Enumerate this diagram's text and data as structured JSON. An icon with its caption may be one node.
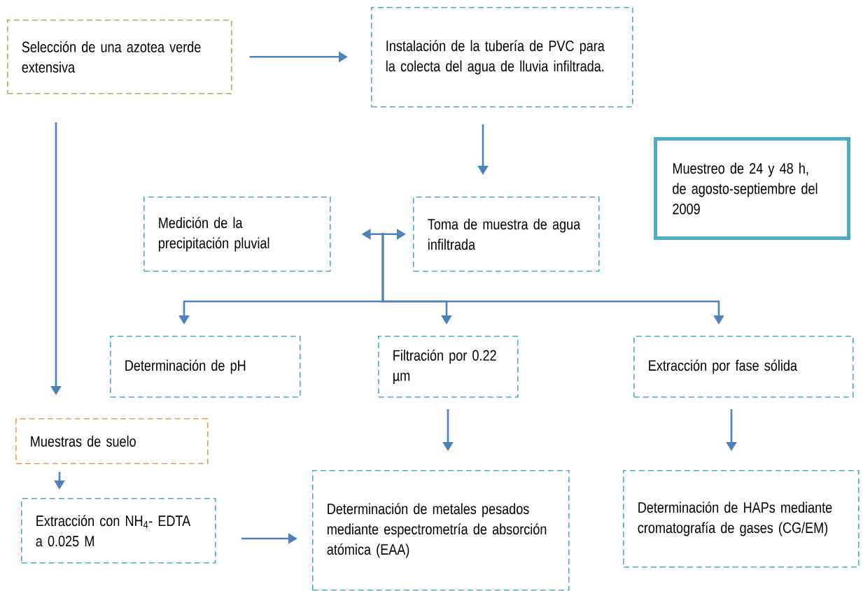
{
  "diagram": {
    "nodes": [
      {
        "text": [
          "Selección de una azotea verde extensiva"
        ]
      },
      {
        "text": [
          "Instalación de la tubería de PVC para la colecta del agua de lluvia infiltrada."
        ]
      },
      {
        "text": [
          "Muestreo de 24  y 48 h, de agosto-septiembre del 2009"
        ]
      },
      {
        "text": [
          "Medición de la precipitación  pluvial"
        ]
      },
      {
        "text": [
          "Toma de muestra de agua infiltrada"
        ]
      },
      {
        "text": [
          "Determinación de pH"
        ]
      },
      {
        "text": [
          "Filtración por 0.22 µm"
        ]
      },
      {
        "text": [
          "Extracción por fase sólida"
        ]
      },
      {
        "text": [
          "Muestras de suelo"
        ]
      },
      {
        "text": [
          "Extracción con NH$_{4}$- EDTA a 0.025 M"
        ]
      },
      {
        "text": [
          "Determinación de metales pesados mediante espectrometría de absorción atómica (EAA)"
        ]
      },
      {
        "text": [
          "Determinación de HAPs mediante cromatografía de gases (CG/EM)"
        ]
      }
    ],
    "edges": [
      {
        "from": 0,
        "to": 1,
        "arrow": "to"
      },
      {
        "from": 0,
        "to": 8,
        "arrow": "to"
      },
      {
        "from": 1,
        "to": 4,
        "arrow": "to"
      },
      {
        "from": 3,
        "to": 4,
        "arrow": "both"
      },
      {
        "from": 4,
        "to": 5,
        "arrow": "to"
      },
      {
        "from": 4,
        "to": 6,
        "arrow": "to"
      },
      {
        "from": 4,
        "to": 7,
        "arrow": "to"
      },
      {
        "from": 6,
        "to": 10,
        "arrow": "to"
      },
      {
        "from": 7,
        "to": 11,
        "arrow": "to"
      },
      {
        "from": 8,
        "to": 9,
        "arrow": "to"
      },
      {
        "from": 9,
        "to": 10,
        "arrow": "to"
      }
    ]
  }
}
